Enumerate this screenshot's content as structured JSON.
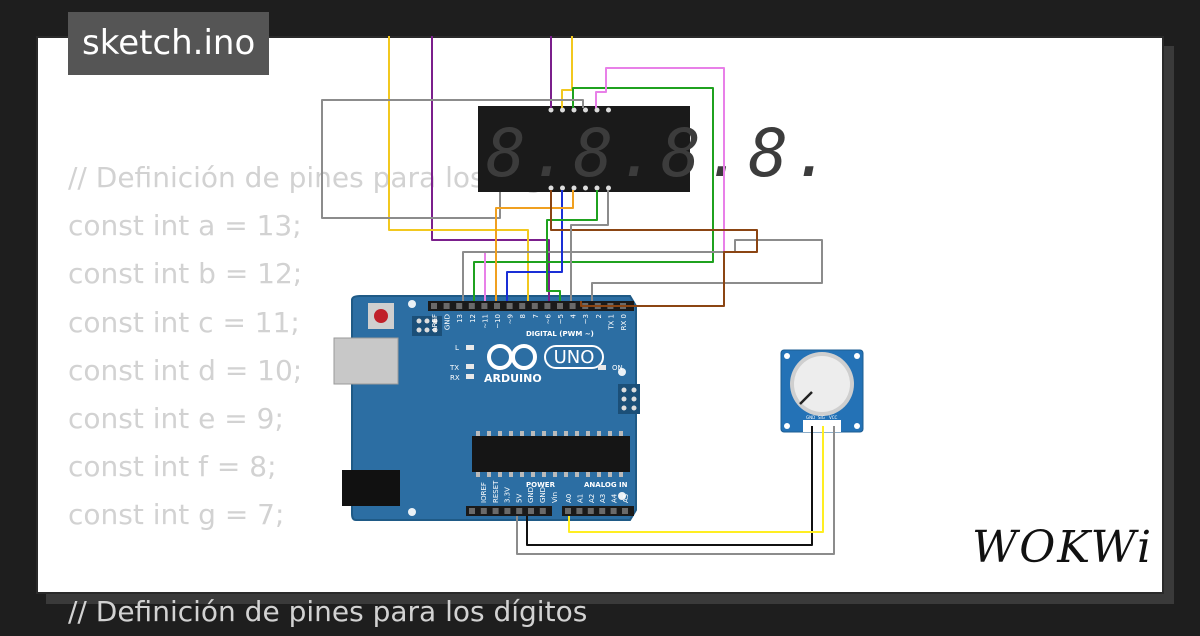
{
  "header": {
    "title": "sketch.ino"
  },
  "code": {
    "lines": [
      "// Definición de pines para los segmentos",
      "const int a = 13;",
      "const int b = 12;",
      "const int c = 11;",
      "const int d = 10;",
      "const int e = 9;",
      "const int f = 8;",
      "const int g = 7;",
      "",
      "// Definición de pines para los dígitos"
    ]
  },
  "board": {
    "model": "UNO",
    "brand": "ARDUINO",
    "digital_label": "DIGITAL (PWM ~)",
    "power_label": "POWER",
    "analog_label": "ANALOG IN",
    "on_label": "ON",
    "led_labels": [
      "L",
      "TX",
      "RX"
    ],
    "digital_pins": [
      "AREF",
      "GND",
      "13",
      "12",
      "~11",
      "~10",
      "~9",
      "8",
      "7",
      "~6",
      "~5",
      "4",
      "~3",
      "2",
      "TX 1",
      "RX 0"
    ],
    "power_pins": [
      "IOREF",
      "RESET",
      "3.3V",
      "5V",
      "GND",
      "GND",
      "Vin"
    ],
    "analog_pins": [
      "A0",
      "A1",
      "A2",
      "A3",
      "A4",
      "A5"
    ]
  },
  "display": {
    "digits": "8.8.8.8."
  },
  "potentiometer": {
    "pins": [
      "GND",
      "SIG",
      "VCC"
    ]
  },
  "brand": {
    "logo": "WOKWi"
  },
  "colors": {
    "board": "#2c6ea3",
    "wire_purple": "#7b1f8c",
    "wire_yellow": "#f2c81f",
    "wire_green": "#1fa21f",
    "wire_blue": "#1a2fd6",
    "wire_orange": "#f0a020",
    "wire_pink": "#e880e8",
    "wire_gray": "#8c8c8c",
    "wire_brown": "#8b4513",
    "wire_black": "#111111",
    "wire_lime": "#ffee22"
  }
}
